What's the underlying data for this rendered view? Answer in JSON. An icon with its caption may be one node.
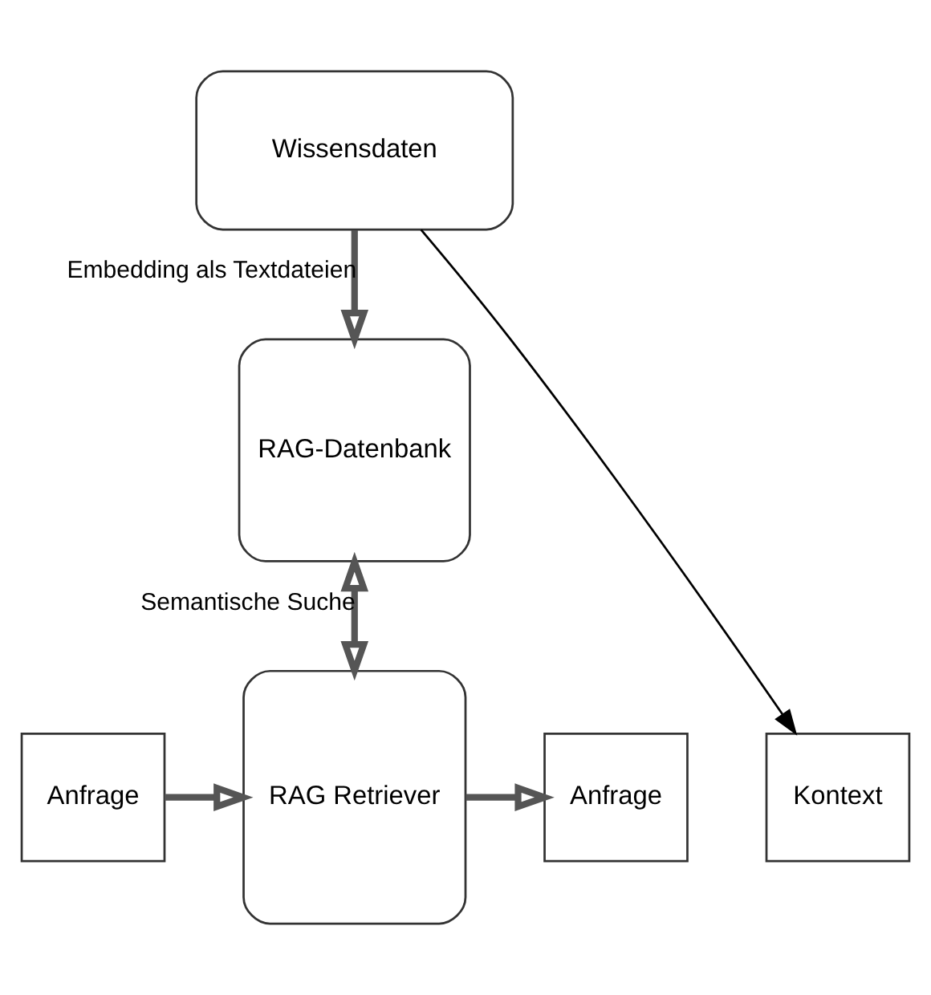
{
  "diagram": {
    "nodes": [
      {
        "text": [
          "Wissensdaten"
        ]
      },
      {
        "text": [
          "RAG-Datenbank"
        ]
      },
      {
        "text": [
          "Anfrage"
        ]
      },
      {
        "text": [
          "RAG Retriever"
        ]
      },
      {
        "text": [
          "Anfrage"
        ]
      },
      {
        "text": [
          "Kontext"
        ]
      }
    ],
    "edges": [
      {
        "from": 0,
        "to": 1,
        "arrow": "to",
        "label": "Embedding als Textdateien"
      },
      {
        "from": 1,
        "to": 3,
        "arrow": "both",
        "label": "Semantische Suche"
      },
      {
        "from": 2,
        "to": 3,
        "arrow": "to"
      },
      {
        "from": 3,
        "to": 4,
        "arrow": "to"
      },
      {
        "from": 0,
        "to": 5,
        "arrow": "to",
        "color": "#000000"
      }
    ]
  }
}
